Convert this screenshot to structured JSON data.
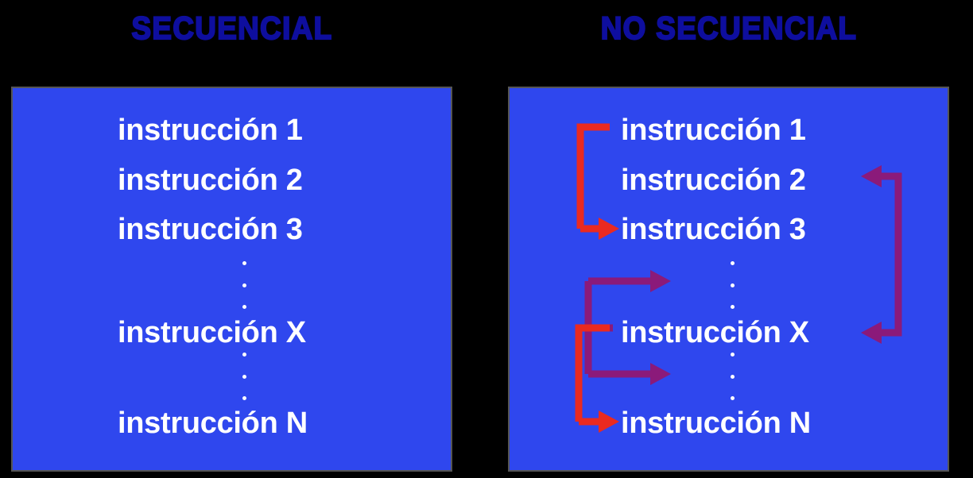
{
  "headings": {
    "left": "SECUENCIAL",
    "right": "NO SECUENCIAL"
  },
  "colors": {
    "background": "#000000",
    "panel": "#2f47ee",
    "heading": "#0e0e9e",
    "text": "#ffffff",
    "arrow_red": "#ea2a20",
    "arrow_purple": "#8b1a7a",
    "panel_border": "#555555"
  },
  "left_panel": {
    "name": "sequential-flow",
    "instructions": [
      {
        "id": "1",
        "label": "instrucción 1"
      },
      {
        "id": "2",
        "label": "instrucción 2"
      },
      {
        "id": "3",
        "label": "instrucción 3"
      },
      {
        "id": "X",
        "label": "instrucción X"
      },
      {
        "id": "N",
        "label": "instrucción N"
      }
    ],
    "ellipsis_dots": 3,
    "arrows": []
  },
  "right_panel": {
    "name": "non-sequential-flow",
    "instructions": [
      {
        "id": "1",
        "label": "instrucción 1"
      },
      {
        "id": "2",
        "label": "instrucción 2"
      },
      {
        "id": "3",
        "label": "instrucción 3"
      },
      {
        "id": "X",
        "label": "instrucción X"
      },
      {
        "id": "N",
        "label": "instrucción N"
      }
    ],
    "ellipsis_dots": 3,
    "arrows": [
      {
        "name": "jump-1-to-3",
        "color": "#ea2a20",
        "from": "instrucción 1",
        "to": "instrucción 3",
        "side": "left"
      },
      {
        "name": "jump-X-to-2",
        "color": "#8b1a7a",
        "from": "instrucción X",
        "to": "instrucción 2",
        "side": "right"
      },
      {
        "name": "jump-X-up",
        "color": "#8b1a7a",
        "from": "instrucción X",
        "to": "above-X",
        "side": "left"
      },
      {
        "name": "jump-X-down",
        "color": "#8b1a7a",
        "from": "instrucción X",
        "to": "below-X",
        "side": "left"
      },
      {
        "name": "jump-X-to-N",
        "color": "#ea2a20",
        "from": "instrucción X",
        "to": "instrucción N",
        "side": "left"
      }
    ]
  }
}
